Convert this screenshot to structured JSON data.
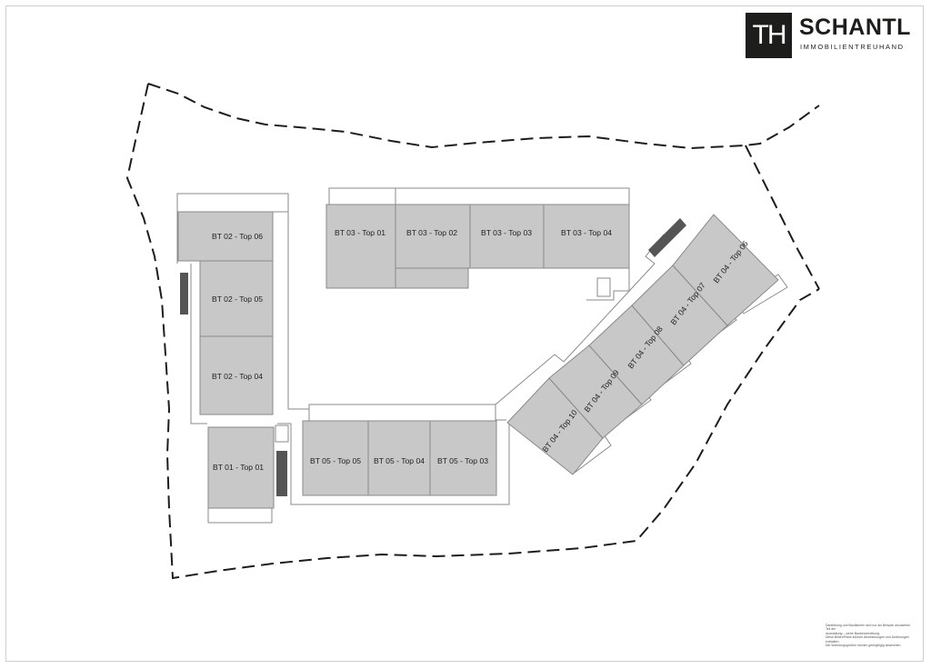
{
  "brand": {
    "mark": "TH",
    "name": "SCHANTL",
    "subtitle": "IMMOBILIENTREUHAND"
  },
  "units": {
    "bt02_top06": "BT 02 - Top 06",
    "bt02_top05": "BT 02 - Top 05",
    "bt02_top04": "BT 02 - Top 04",
    "bt01_top01": "BT 01 - Top 01",
    "bt03_top01": "BT 03 - Top 01",
    "bt03_top02": "BT 03 - Top 02",
    "bt03_top03": "BT 03 - Top 03",
    "bt03_top04": "BT 03 - Top 04",
    "bt05_top05": "BT 05 - Top 05",
    "bt05_top04": "BT 05 - Top 04",
    "bt05_top03": "BT 05 - Top 03",
    "bt04_top10": "BT 04 - Top 10",
    "bt04_top09": "BT 04 - Top 09",
    "bt04_top08": "BT 04 - Top 08",
    "bt04_top07": "BT 04 - Top 07",
    "bt04_top06": "BT 04 - Top 06"
  },
  "disclaimer": [
    "Darstellung und Bauflächen sind nur als Beispiel anzusehen. Teil der",
    "Ausstattung – siehe Baubeschreibung.",
    "Diese Bilder/Pläne können Abweichungen und Änderungen",
    "enthalten.",
    "Die Wohnungsgrößen können geringfügig abweichen."
  ],
  "colors": {
    "unit_fill": "#c8c8c8",
    "outline": "#8a8a8a",
    "boundary": "#1d1d1b"
  }
}
